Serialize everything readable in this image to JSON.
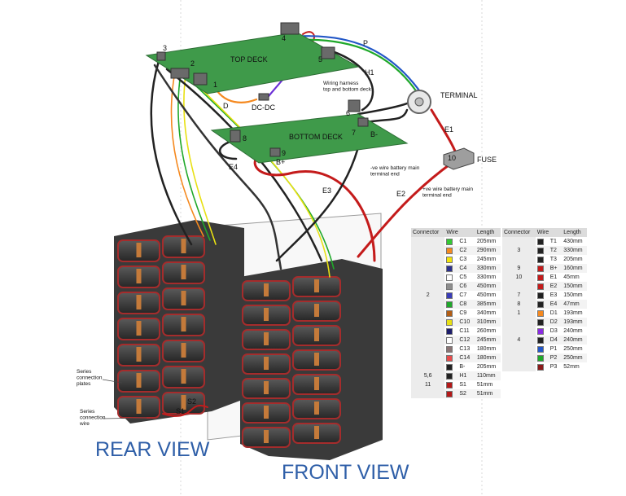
{
  "labels": {
    "top_deck": "TOP DECK",
    "bottom_deck": "BOTTOM DECK",
    "terminal": "TERMINAL",
    "fuse": "FUSE",
    "dcdc": "DC-DC",
    "harness": "Wiring harness\ntop and bottom deck",
    "neg_wire": "-ve wire battery main\nterminal end",
    "pos_wire": "+ve wire battery main\nterminal end",
    "series_plates": "Series\nconnection\nplates",
    "series_wire": "Series\nconnection\nwire",
    "rear_view": "REAR VIEW",
    "front_view": "FRONT VIEW"
  },
  "wire_labels": [
    "P",
    "H1",
    "D",
    "E1",
    "E2",
    "E3",
    "E4",
    "B+",
    "B-",
    "S1",
    "S2"
  ],
  "top_deck_connectors": [
    "1",
    "2",
    "3",
    "4",
    "5"
  ],
  "bottom_deck_connectors": [
    "6",
    "7",
    "8",
    "9"
  ],
  "fuse_connector": "10",
  "table_headers": [
    "Connector",
    "Wire",
    "Length"
  ],
  "left_table": [
    {
      "conn": "",
      "wire": "C1",
      "color": "#34c934",
      "length": "205mm"
    },
    {
      "conn": "",
      "wire": "C2",
      "color": "#f5891f",
      "length": "290mm"
    },
    {
      "conn": "",
      "wire": "C3",
      "color": "#f2e40a",
      "length": "245mm"
    },
    {
      "conn": "",
      "wire": "C4",
      "color": "#2b2f8c",
      "length": "330mm"
    },
    {
      "conn": "",
      "wire": "C5",
      "color": "#ffffff",
      "length": "330mm"
    },
    {
      "conn": "",
      "wire": "C6",
      "color": "#8d8d8d",
      "length": "450mm"
    },
    {
      "conn": "2",
      "wire": "C7",
      "color": "#3a3db8",
      "length": "450mm"
    },
    {
      "conn": "",
      "wire": "C8",
      "color": "#1fa82a",
      "length": "385mm"
    },
    {
      "conn": "",
      "wire": "C9",
      "color": "#b35e14",
      "length": "340mm"
    },
    {
      "conn": "",
      "wire": "C10",
      "color": "#e8e013",
      "length": "310mm"
    },
    {
      "conn": "",
      "wire": "C11",
      "color": "#1d1d6b",
      "length": "260mm"
    },
    {
      "conn": "",
      "wire": "C12",
      "color": "#ffffff",
      "length": "245mm"
    },
    {
      "conn": "",
      "wire": "C13",
      "color": "#8a7474",
      "length": "180mm"
    },
    {
      "conn": "",
      "wire": "C14",
      "color": "#e84b4b",
      "length": "180mm"
    },
    {
      "conn": "",
      "wire": "B-",
      "color": "#222222",
      "length": "205mm"
    },
    {
      "conn": "5,6",
      "wire": "H1",
      "color": "#222222",
      "length": "110mm"
    },
    {
      "conn": "11",
      "wire": "S1",
      "color": "#b41818",
      "length": "51mm"
    },
    {
      "conn": "",
      "wire": "S2",
      "color": "#b41818",
      "length": "51mm"
    }
  ],
  "right_table": [
    {
      "conn": "",
      "wire": "T1",
      "color": "#222222",
      "length": "430mm"
    },
    {
      "conn": "3",
      "wire": "T2",
      "color": "#222222",
      "length": "330mm"
    },
    {
      "conn": "",
      "wire": "T3",
      "color": "#222222",
      "length": "205mm"
    },
    {
      "conn": "9",
      "wire": "B+",
      "color": "#c41b1b",
      "length": "160mm"
    },
    {
      "conn": "10",
      "wire": "E1",
      "color": "#c41b1b",
      "length": "45mm"
    },
    {
      "conn": "",
      "wire": "E2",
      "color": "#c41b1b",
      "length": "150mm"
    },
    {
      "conn": "7",
      "wire": "E3",
      "color": "#222222",
      "length": "150mm"
    },
    {
      "conn": "8",
      "wire": "E4",
      "color": "#222222",
      "length": "47mm"
    },
    {
      "conn": "1",
      "wire": "D1",
      "color": "#f5891f",
      "length": "193mm"
    },
    {
      "conn": "",
      "wire": "D2",
      "color": "#222222",
      "length": "193mm"
    },
    {
      "conn": "",
      "wire": "D3",
      "color": "#8a2be2",
      "length": "240mm"
    },
    {
      "conn": "4",
      "wire": "D4",
      "color": "#222222",
      "length": "240mm"
    },
    {
      "conn": "",
      "wire": "P1",
      "color": "#2357c7",
      "length": "250mm"
    },
    {
      "conn": "",
      "wire": "P2",
      "color": "#1fa82a",
      "length": "250mm"
    },
    {
      "conn": "",
      "wire": "P3",
      "color": "#8a1a1a",
      "length": "52mm"
    }
  ]
}
